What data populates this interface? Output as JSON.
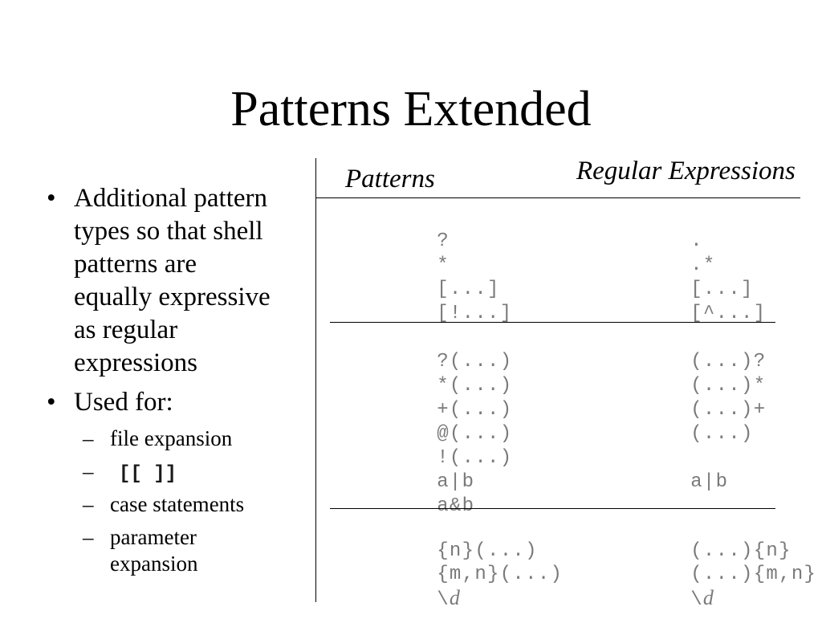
{
  "slide": {
    "title": "Patterns Extended",
    "bullet_glyph": "•",
    "sub_bullet_glyph": "–",
    "bullets": [
      {
        "text": "Additional pattern\ntypes so that shell\npatterns are\nequally expressive\nas regular\nexpressions"
      },
      {
        "text": "Used for:",
        "sub": [
          "file expansion",
          "[[ ]]",
          "case statements",
          "parameter\nexpansion"
        ]
      }
    ]
  },
  "table": {
    "headers": {
      "patterns": "Patterns",
      "regular_expressions": "Regular Expressions"
    },
    "groups": [
      [
        {
          "pattern": "?",
          "regex": "."
        },
        {
          "pattern": "*",
          "regex": ".*"
        },
        {
          "pattern": "[...]",
          "regex": "[...]"
        },
        {
          "pattern": "[!...]",
          "regex": "[^...]"
        }
      ],
      [
        {
          "pattern": "?(...)",
          "regex": "(...)?"
        },
        {
          "pattern": "*(...)",
          "regex": "(...)*"
        },
        {
          "pattern": "+(...)",
          "regex": "(...)+"
        },
        {
          "pattern": "@(...)",
          "regex": "(...)"
        },
        {
          "pattern": "!(...)"
        },
        {
          "pattern": "a|b",
          "regex": "a|b"
        },
        {
          "pattern": "a&b"
        }
      ],
      [
        {
          "pattern": "{n}(...)",
          "regex": "(...){n}"
        },
        {
          "pattern": "{m,n}(...)",
          "regex": "(...){m,n}"
        },
        {
          "pattern": [
            "\\",
            "d"
          ],
          "regex": [
            "\\",
            "d"
          ]
        }
      ]
    ]
  },
  "colors": {
    "text": "#000000",
    "table_text": "#7a7a7a",
    "rules": "#000000",
    "background": "#ffffff"
  }
}
